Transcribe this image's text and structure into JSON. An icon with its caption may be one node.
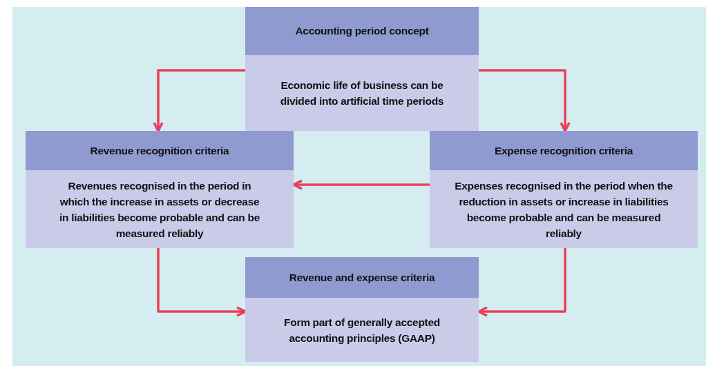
{
  "diagram": {
    "nodes": [
      {
        "text": [
          "Accounting period concept",
          "Economic life of business can be divided into artificial time periods"
        ]
      },
      {
        "text": [
          "Revenue recognition criteria",
          "Revenues recognised in the period in which the increase in assets or decrease in liabilities become probable and can be measured reliably"
        ]
      },
      {
        "text": [
          "Expense recognition criteria",
          "Expenses recognised in the period when the reduction in assets or increase in liabilities become probable and can be measured reliably"
        ]
      },
      {
        "text": [
          "Revenue and expense criteria",
          "Form part of generally accepted accounting principles (GAAP)"
        ]
      }
    ],
    "edges": [
      {
        "from": 0,
        "to": 1,
        "arrow": "to"
      },
      {
        "from": 0,
        "to": 2,
        "arrow": "to"
      },
      {
        "from": 2,
        "to": 1,
        "arrow": "to"
      },
      {
        "from": 1,
        "to": 3,
        "arrow": "to"
      },
      {
        "from": 2,
        "to": 3,
        "arrow": "to"
      }
    ]
  }
}
